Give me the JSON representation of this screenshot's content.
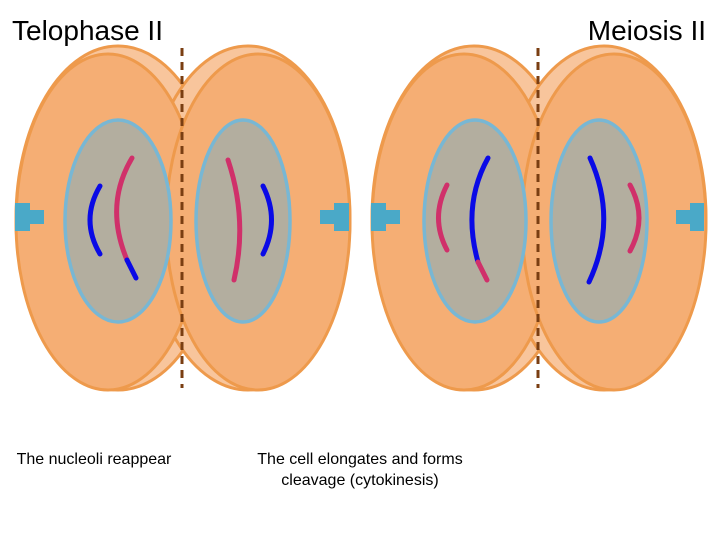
{
  "header": {
    "stage_title": "Telophase II",
    "process_title": "Meiosis II"
  },
  "captions": [
    "The nucleoli reappear",
    "The cell elongates and forms cleavage (cytokinesis)"
  ],
  "colors": {
    "cytoplasm": "#f5ae74",
    "cytoplasm_light": "#f8c59c",
    "membrane": "#ee9a4c",
    "nucleus_fill": "#b3ae9f",
    "nuclear_envelope": "#78b7d4",
    "centrosome": "#4aa9c8",
    "cleavage_line": "#7a3e12",
    "chromatid_blue": "#0a0ae6",
    "chromatid_magenta": "#d0306a"
  }
}
